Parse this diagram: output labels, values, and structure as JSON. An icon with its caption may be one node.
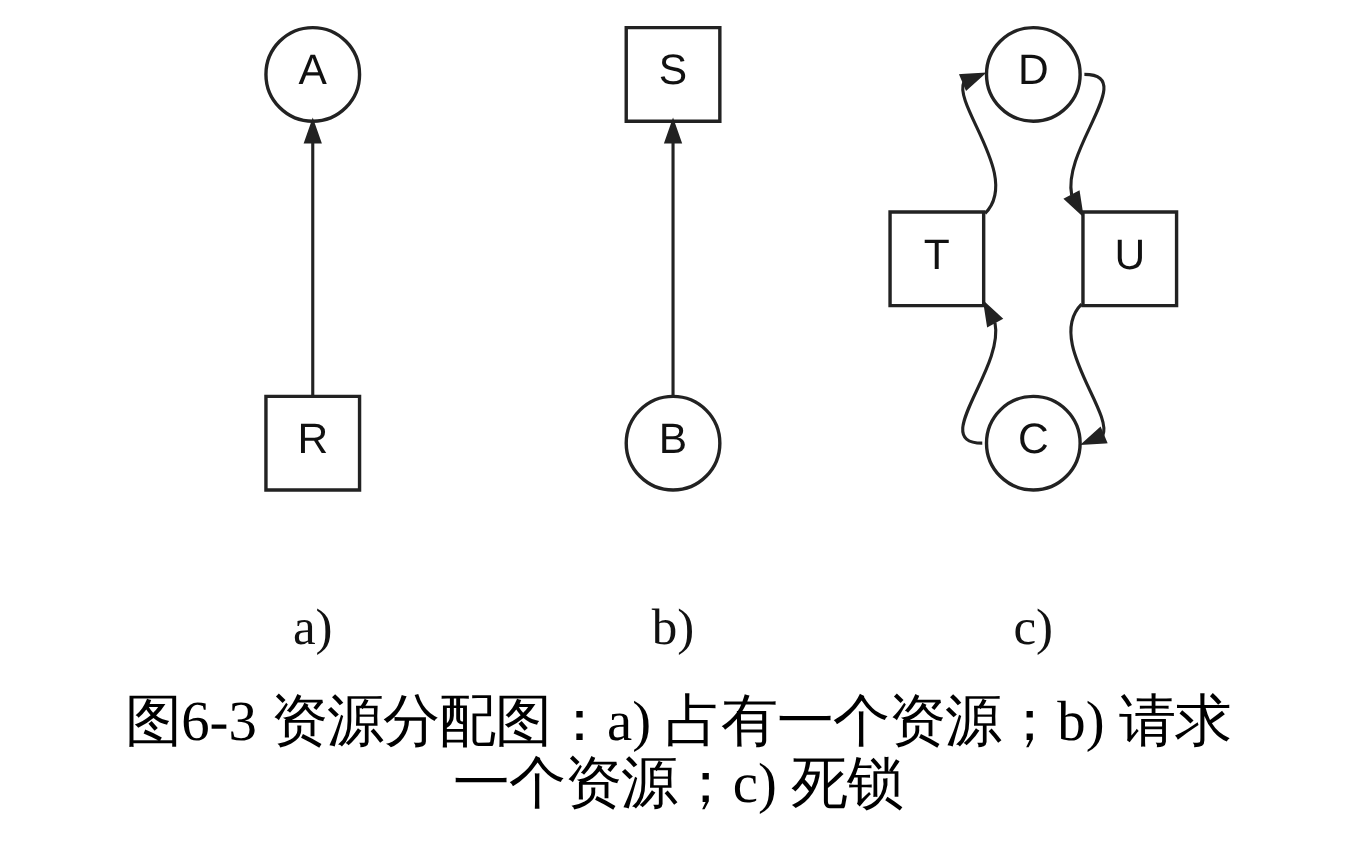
{
  "diagram": {
    "caption": "图6-3 资源分配图：a) 占有一个资源；b) 请求一个资源；c) 死锁",
    "nodes": [
      {
        "text": [
          "A"
        ]
      },
      {
        "text": [
          "R"
        ]
      },
      {
        "text": [
          "S"
        ]
      },
      {
        "text": [
          "B"
        ]
      },
      {
        "text": [
          "D"
        ]
      },
      {
        "text": [
          "T"
        ]
      },
      {
        "text": [
          "U"
        ]
      },
      {
        "text": [
          "C"
        ]
      }
    ],
    "edges": [
      {
        "from": 1,
        "to": 0,
        "arrow": "to"
      },
      {
        "from": 3,
        "to": 2,
        "arrow": "to"
      },
      {
        "from": 4,
        "to": 6,
        "arrow": "to"
      },
      {
        "from": 6,
        "to": 7,
        "arrow": "to"
      },
      {
        "from": 7,
        "to": 5,
        "arrow": "to"
      },
      {
        "from": 5,
        "to": 4,
        "arrow": "to"
      }
    ],
    "labels": [
      "a)",
      "b)",
      "c)"
    ]
  }
}
